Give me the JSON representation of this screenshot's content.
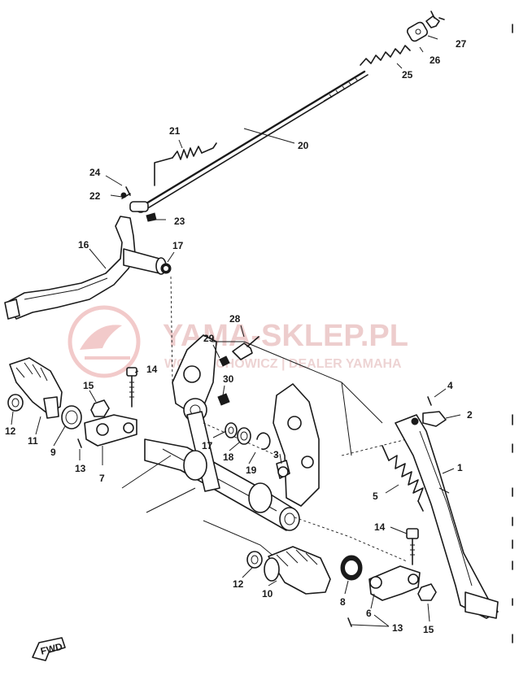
{
  "watermark": {
    "title": "YAMA-SKLEP.PL",
    "subtitle": "WOJCIECHOWICZ | DEALER YAMAHA",
    "color": "#e8a0a0"
  },
  "fwd_label": "FWD",
  "callouts": {
    "c1": "1",
    "c2": "2",
    "c3": "3",
    "c4": "4",
    "c5": "5",
    "c6": "6",
    "c7": "7",
    "c8": "8",
    "c9": "9",
    "c10": "10",
    "c11": "11",
    "c12a": "12",
    "c12b": "12",
    "c13a": "13",
    "c13b": "13",
    "c14a": "14",
    "c14b": "14",
    "c15a": "15",
    "c15b": "15",
    "c16": "16",
    "c17a": "17",
    "c17b": "17",
    "c18": "18",
    "c19": "19",
    "c20": "20",
    "c21": "21",
    "c22": "22",
    "c23": "23",
    "c24": "24",
    "c25": "25",
    "c26": "26",
    "c27": "27",
    "c28": "28",
    "c29": "29",
    "c30": "30"
  }
}
